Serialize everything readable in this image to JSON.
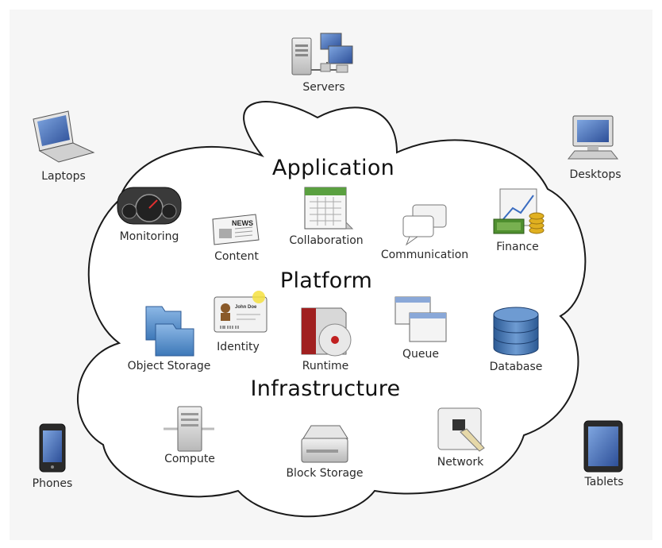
{
  "layers": {
    "application": "Application",
    "platform": "Platform",
    "infrastructure": "Infrastructure"
  },
  "devices": {
    "servers": "Servers",
    "laptops": "Laptops",
    "desktops": "Desktops",
    "phones": "Phones",
    "tablets": "Tablets"
  },
  "application_items": {
    "monitoring": "Monitoring",
    "content": "Content",
    "collaboration": "Collaboration",
    "communication": "Communication",
    "finance": "Finance"
  },
  "platform_items": {
    "identity": "Identity",
    "identity_card_name": "John Doe",
    "object_storage": "Object Storage",
    "runtime": "Runtime",
    "queue": "Queue",
    "database": "Database"
  },
  "infrastructure_items": {
    "compute": "Compute",
    "block_storage": "Block Storage",
    "network": "Network"
  },
  "content_icon_text": "NEWS",
  "icons": [
    "server-icon",
    "laptop-icon",
    "desktop-icon",
    "phone-icon",
    "tablet-icon",
    "gauge-icon",
    "newspaper-icon",
    "calendar-icon",
    "chat-bubbles-icon",
    "money-chart-icon",
    "id-card-icon",
    "folder-icon",
    "media-disc-icon",
    "windows-icon",
    "database-icon",
    "tower-server-icon",
    "hard-drive-icon",
    "ethernet-port-icon"
  ],
  "colors": {
    "background": "#f6f6f6",
    "cloud_fill": "#ffffff",
    "cloud_stroke": "#1a1a1a",
    "screen_blue": "#3a5ca8",
    "folder_blue": "#4a86c6",
    "database_blue": "#3c6ca8",
    "calendar_green": "#5aa040",
    "money_green": "#4f8f2f",
    "coin_gold": "#e0b020",
    "disc_red": "#c02020"
  }
}
